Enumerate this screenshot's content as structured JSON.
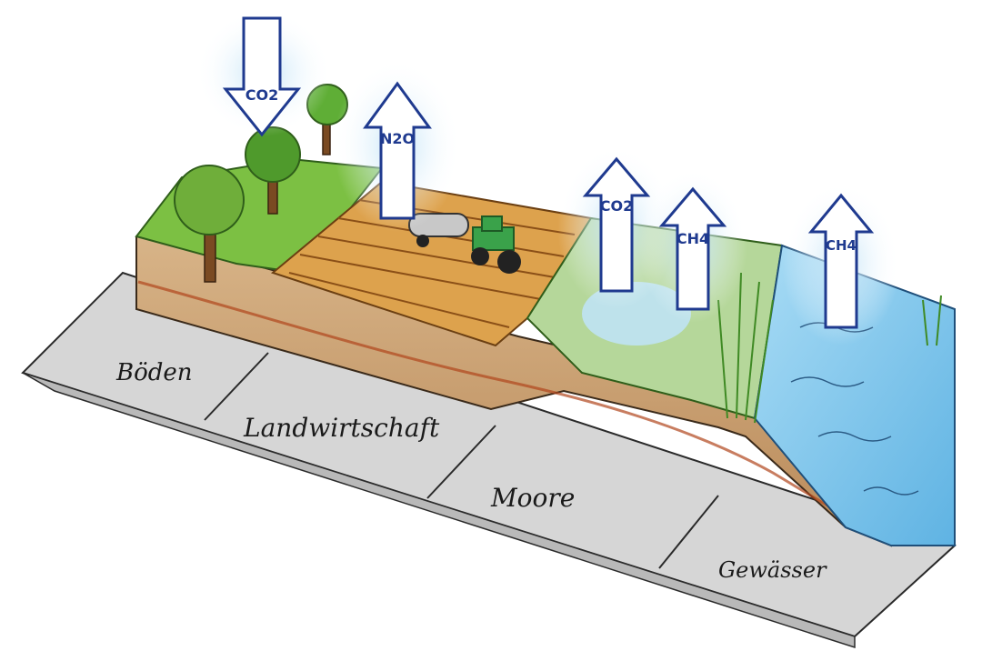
{
  "illustration": {
    "zones": [
      {
        "id": "boeden",
        "label": "Böden"
      },
      {
        "id": "landwirtschaft",
        "label": "Landwirtschaft"
      },
      {
        "id": "moore",
        "label": "Moore"
      },
      {
        "id": "gewaesser",
        "label": "Gewässer"
      }
    ],
    "gas_arrows": [
      {
        "id": "co2-down",
        "gas": "CO2",
        "direction": "down"
      },
      {
        "id": "n2o-up",
        "gas": "N2O",
        "direction": "up"
      },
      {
        "id": "co2-up",
        "gas": "CO2",
        "direction": "up"
      },
      {
        "id": "ch4-up-moor",
        "gas": "CH4",
        "direction": "up"
      },
      {
        "id": "ch4-up-water",
        "gas": "CH4",
        "direction": "up"
      }
    ],
    "colors": {
      "arrow_outline": "#1f3a8f",
      "grass": "#6fb83a",
      "soil": "#c9a070",
      "field": "#d9a24a",
      "water": "#7cc4ea",
      "base": "#cfcfcf"
    }
  }
}
